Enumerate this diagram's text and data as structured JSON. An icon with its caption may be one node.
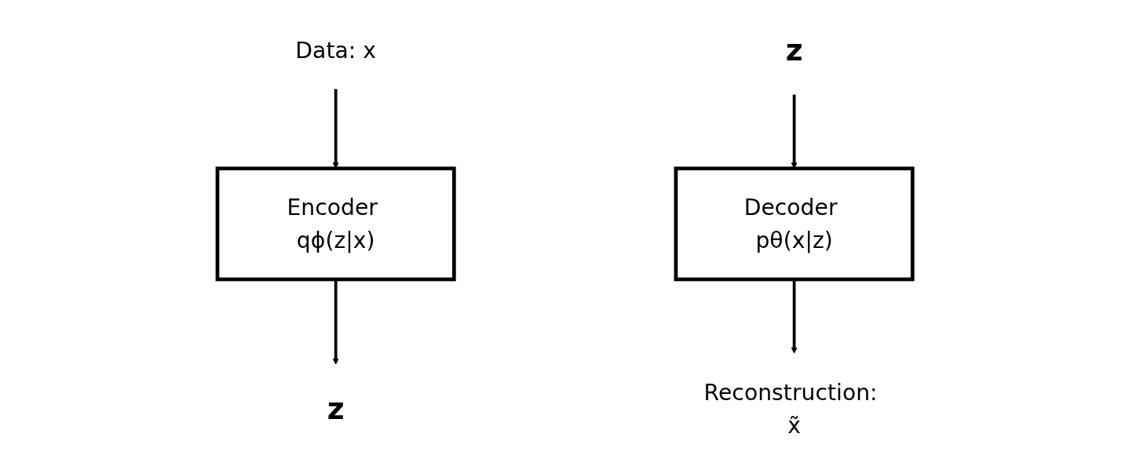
{
  "diagram": {
    "nodes": [
      {
        "text": [
          "z"
        ]
      },
      {
        "text": [
          "Encoder qϕ(z|x)"
        ]
      },
      {
        "text": [
          "Data: x"
        ]
      },
      {
        "text": [
          "z"
        ]
      },
      {
        "text": [
          "Decoder pθ(x|z)"
        ]
      },
      {
        "text": [
          "Reconstruction: x̃"
        ]
      }
    ],
    "edges": [
      {
        "from": 2,
        "to": 1,
        "arrow": "to"
      },
      {
        "from": 1,
        "to": 0,
        "arrow": "to"
      },
      {
        "from": 3,
        "to": 4,
        "arrow": "to"
      },
      {
        "from": 4,
        "to": 5,
        "arrow": "to"
      }
    ]
  }
}
